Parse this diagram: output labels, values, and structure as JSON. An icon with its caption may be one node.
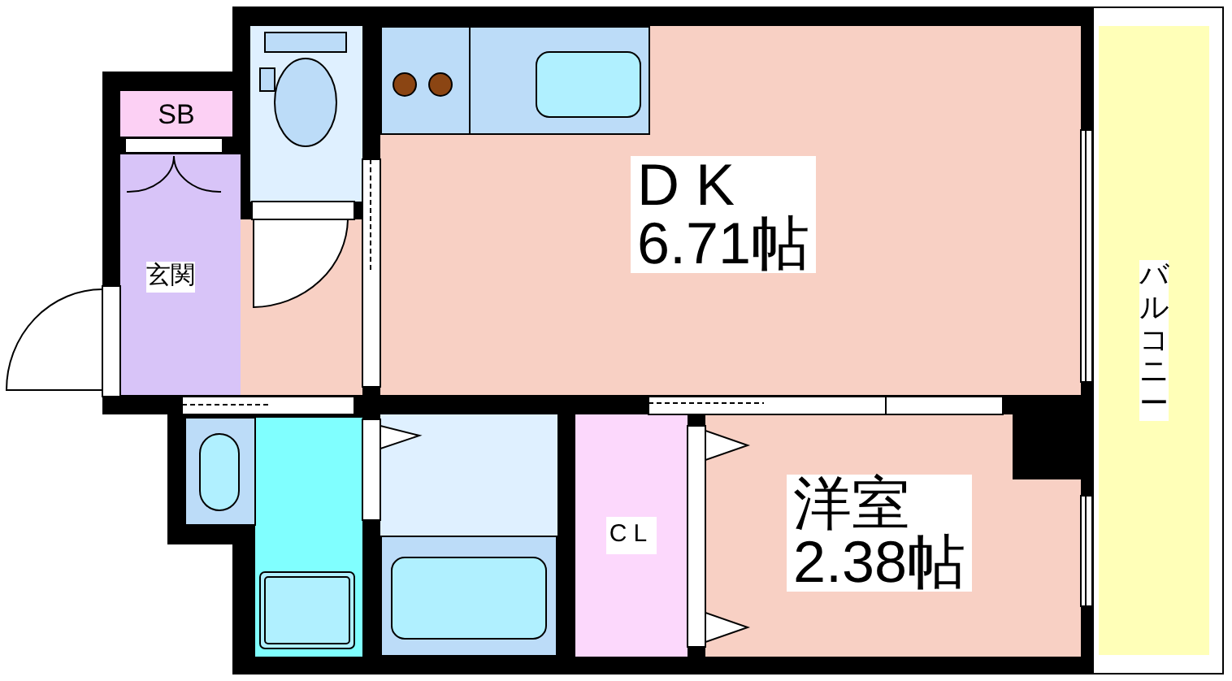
{
  "diagram": {
    "nodes": [
      {
        "text": [
          "SB"
        ]
      },
      {
        "text": [],
        "shape": "box"
      },
      {
        "text": [
          "DK",
          "6.71帖"
        ]
      },
      {
        "text": [
          "バルコニー"
        ]
      },
      {
        "text": [
          "玄関"
        ]
      },
      {
        "text": [],
        "shape": "box"
      },
      {
        "text": [],
        "shape": "box"
      },
      {
        "text": [],
        "shape": "box"
      },
      {
        "text": [
          "CL"
        ]
      },
      {
        "text": [
          "洋室",
          "2.38帖"
        ]
      }
    ]
  }
}
